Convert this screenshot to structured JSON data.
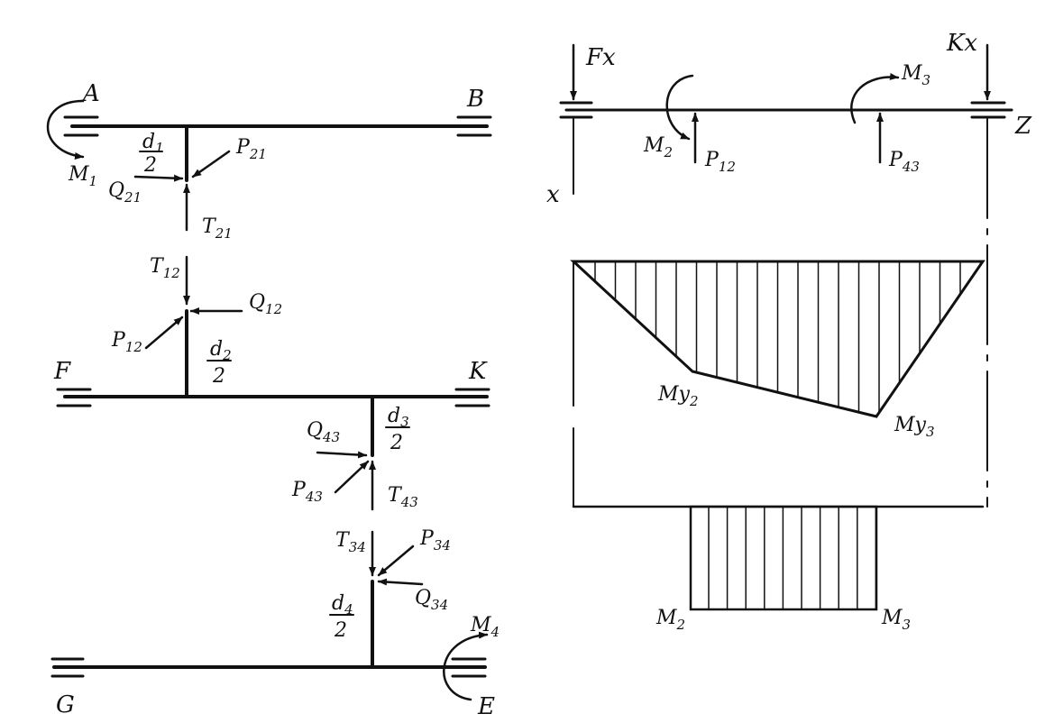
{
  "colors": {
    "ink": "#111111",
    "paper": "#ffffff"
  },
  "left": {
    "A": "A",
    "B": "B",
    "F": "F",
    "K": "K",
    "G": "G",
    "E": "E",
    "M1": {
      "main": "M",
      "sub": "1"
    },
    "M4": {
      "main": "M",
      "sub": "4"
    },
    "d1": {
      "num": "d",
      "numsub": "1",
      "den": "2"
    },
    "d2": {
      "num": "d",
      "numsub": "2",
      "den": "2"
    },
    "d3": {
      "num": "d",
      "numsub": "3",
      "den": "2"
    },
    "d4": {
      "num": "d",
      "numsub": "4",
      "den": "2"
    },
    "P21": {
      "main": "P",
      "sub": "21"
    },
    "Q21": {
      "main": "Q",
      "sub": "21"
    },
    "T21": {
      "main": "T",
      "sub": "21"
    },
    "T12": {
      "main": "T",
      "sub": "12"
    },
    "Q12": {
      "main": "Q",
      "sub": "12"
    },
    "P12": {
      "main": "P",
      "sub": "12"
    },
    "Q43": {
      "main": "Q",
      "sub": "43"
    },
    "P43": {
      "main": "P",
      "sub": "43"
    },
    "T43": {
      "main": "T",
      "sub": "43"
    },
    "T34": {
      "main": "T",
      "sub": "34"
    },
    "P34": {
      "main": "P",
      "sub": "34"
    },
    "Q34": {
      "main": "Q",
      "sub": "34"
    }
  },
  "right": {
    "Fx": "Fx",
    "Kx": "Kx",
    "Z": "Z",
    "x": "x",
    "M2": {
      "main": "M",
      "sub": "2"
    },
    "M3": {
      "main": "M",
      "sub": "3"
    },
    "P12": {
      "main": "P",
      "sub": "12"
    },
    "P43": {
      "main": "P",
      "sub": "43"
    },
    "My2": {
      "main": "My",
      "sub": "2"
    },
    "My3": {
      "main": "My",
      "sub": "3"
    },
    "M2b": {
      "main": "M",
      "sub": "2"
    },
    "M3b": {
      "main": "M",
      "sub": "3"
    }
  }
}
